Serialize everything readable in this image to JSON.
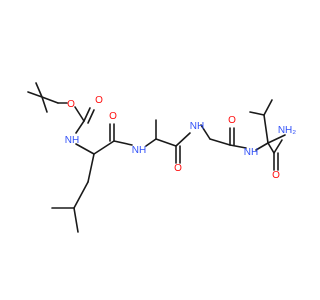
{
  "colors": {
    "bond": "#1a1a1a",
    "oxygen": "#ff0d0d",
    "nitrogen": "#3050f8"
  },
  "atom_labels": {
    "boc_ester_o": "O",
    "boc_carbonyl_o": "O",
    "leu_carbonyl_o": "O",
    "ala_carbonyl_o": "O",
    "gly_carbonyl_o": "O",
    "val_amide_o": "O",
    "boc_nh": "NH",
    "leu_ala_nh": "NH",
    "ala_gly_nh": "NH",
    "gly_val_nh": "NH",
    "val_nh2": "NH₂"
  }
}
